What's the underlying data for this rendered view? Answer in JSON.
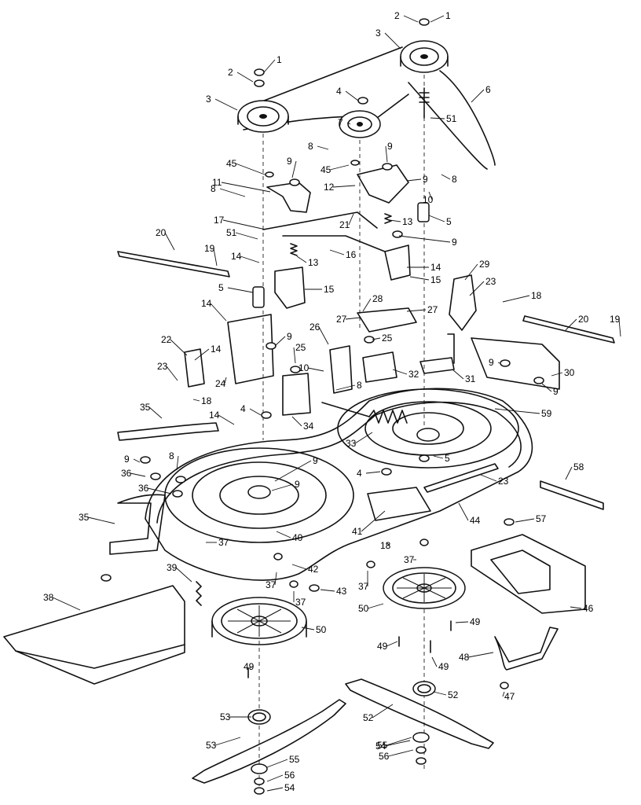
{
  "diagram": {
    "kind": "exploded-parts-view",
    "colors": {
      "ink": "#111111",
      "paper": "#ffffff"
    },
    "callouts": [
      {
        "label": "1"
      },
      {
        "label": "2"
      },
      {
        "label": "3"
      },
      {
        "label": "1"
      },
      {
        "label": "2"
      },
      {
        "label": "3"
      },
      {
        "label": "4"
      },
      {
        "label": "6"
      },
      {
        "label": "7"
      },
      {
        "label": "51"
      },
      {
        "label": "8"
      },
      {
        "label": "9"
      },
      {
        "label": "8"
      },
      {
        "label": "45"
      },
      {
        "label": "9"
      },
      {
        "label": "45"
      },
      {
        "label": "9"
      },
      {
        "label": "10"
      },
      {
        "label": "11"
      },
      {
        "label": "12"
      },
      {
        "label": "8"
      },
      {
        "label": "5"
      },
      {
        "label": "17"
      },
      {
        "label": "21"
      },
      {
        "label": "13"
      },
      {
        "label": "20"
      },
      {
        "label": "51"
      },
      {
        "label": "16"
      },
      {
        "label": "9"
      },
      {
        "label": "19"
      },
      {
        "label": "13"
      },
      {
        "label": "14"
      },
      {
        "label": "14"
      },
      {
        "label": "15"
      },
      {
        "label": "5"
      },
      {
        "label": "15"
      },
      {
        "label": "29"
      },
      {
        "label": "23"
      },
      {
        "label": "18"
      },
      {
        "label": "28"
      },
      {
        "label": "27"
      },
      {
        "label": "14"
      },
      {
        "label": "27"
      },
      {
        "label": "20"
      },
      {
        "label": "19"
      },
      {
        "label": "26"
      },
      {
        "label": "9"
      },
      {
        "label": "25"
      },
      {
        "label": "22"
      },
      {
        "label": "25"
      },
      {
        "label": "14"
      },
      {
        "label": "10"
      },
      {
        "label": "32"
      },
      {
        "label": "31"
      },
      {
        "label": "9"
      },
      {
        "label": "30"
      },
      {
        "label": "23"
      },
      {
        "label": "24"
      },
      {
        "label": "9"
      },
      {
        "label": "18"
      },
      {
        "label": "8"
      },
      {
        "label": "4"
      },
      {
        "label": "34"
      },
      {
        "label": "35"
      },
      {
        "label": "59"
      },
      {
        "label": "14"
      },
      {
        "label": "33"
      },
      {
        "label": "5"
      },
      {
        "label": "9"
      },
      {
        "label": "8"
      },
      {
        "label": "9"
      },
      {
        "label": "4"
      },
      {
        "label": "58"
      },
      {
        "label": "36"
      },
      {
        "label": "9"
      },
      {
        "label": "36"
      },
      {
        "label": "23"
      },
      {
        "label": "35"
      },
      {
        "label": "44"
      },
      {
        "label": "41"
      },
      {
        "label": "57"
      },
      {
        "label": "40"
      },
      {
        "label": "37"
      },
      {
        "label": "18"
      },
      {
        "label": "37"
      },
      {
        "label": "42"
      },
      {
        "label": "37"
      },
      {
        "label": "37"
      },
      {
        "label": "39"
      },
      {
        "label": "43"
      },
      {
        "label": "37"
      },
      {
        "label": "46"
      },
      {
        "label": "50"
      },
      {
        "label": "38"
      },
      {
        "label": "50"
      },
      {
        "label": "49"
      },
      {
        "label": "49"
      },
      {
        "label": "49"
      },
      {
        "label": "48"
      },
      {
        "label": "49"
      },
      {
        "label": "47"
      },
      {
        "label": "52"
      },
      {
        "label": "53"
      },
      {
        "label": "52"
      },
      {
        "label": "53"
      },
      {
        "label": "54"
      },
      {
        "label": "55"
      },
      {
        "label": "56"
      },
      {
        "label": "54"
      },
      {
        "label": "55"
      },
      {
        "label": "56"
      }
    ]
  }
}
